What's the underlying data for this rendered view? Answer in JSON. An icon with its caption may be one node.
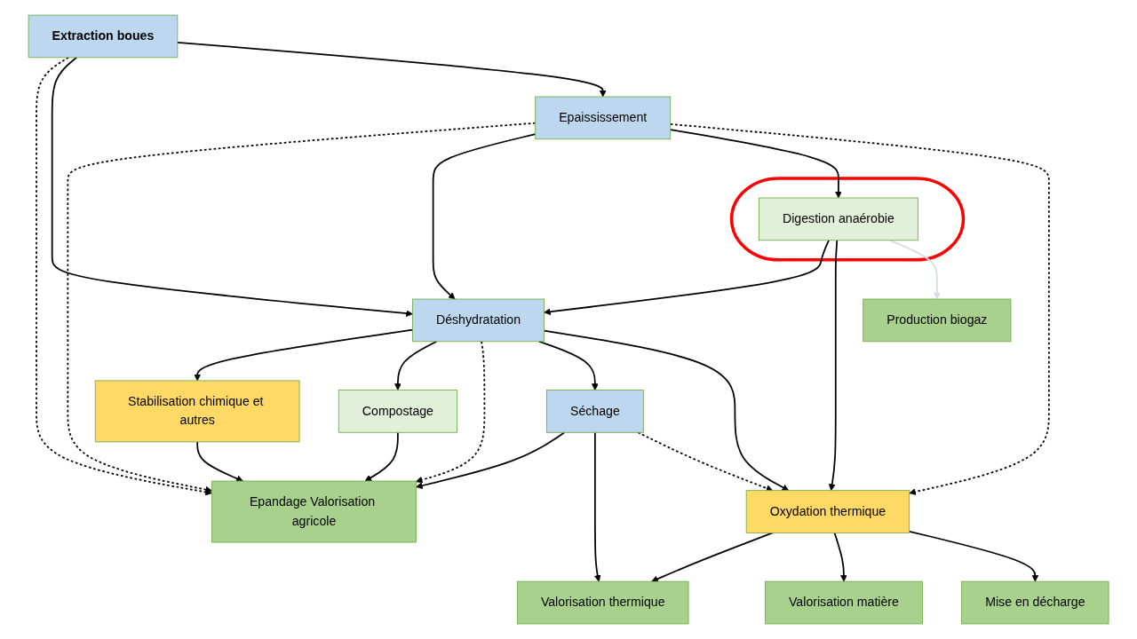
{
  "diagram": {
    "nodes": [
      {
        "text": [
          "Extraction boues"
        ]
      },
      {
        "text": [
          "Epaississement"
        ]
      },
      {
        "text": [],
        "shape": "ellipse"
      },
      {
        "text": [
          "Digestion anaérobie"
        ],
        "in": 2
      },
      {
        "text": [
          "Déshydratation"
        ]
      },
      {
        "text": [
          "Stabilisation chimique et autres"
        ]
      },
      {
        "text": [
          "Compostage"
        ]
      },
      {
        "text": [
          "Séchage"
        ]
      },
      {
        "text": [
          "Oxydation thermique"
        ]
      },
      {
        "text": [
          "Epandage Valorisation agricole"
        ]
      },
      {
        "text": [
          "Valorisation thermique"
        ]
      },
      {
        "text": [
          "Valorisation matière"
        ]
      },
      {
        "text": [
          "Mise en décharge"
        ]
      },
      {
        "text": [
          "Production biogaz"
        ]
      }
    ],
    "edges": [
      {
        "from": 0,
        "to": 9,
        "arrow": "to",
        "style": "dashed"
      },
      {
        "from": 0,
        "to": 4,
        "arrow": "to"
      },
      {
        "from": 0,
        "to": 1,
        "arrow": "to"
      },
      {
        "from": 1,
        "to": 9,
        "arrow": "to",
        "style": "dashed"
      },
      {
        "from": 1,
        "to": 4,
        "arrow": "to"
      },
      {
        "from": 1,
        "to": 3,
        "arrow": "to"
      },
      {
        "from": 1,
        "to": 8,
        "arrow": "to",
        "style": "dashed"
      },
      {
        "from": 3,
        "to": 4,
        "arrow": "to"
      },
      {
        "from": 3,
        "to": 8,
        "arrow": "to"
      },
      {
        "from": 3,
        "to": 13,
        "arrow": "to",
        "color": "#d6dce4"
      },
      {
        "from": 4,
        "to": 5,
        "arrow": "to"
      },
      {
        "from": 4,
        "to": 6,
        "arrow": "to"
      },
      {
        "from": 4,
        "to": 9,
        "arrow": "to",
        "style": "dashed"
      },
      {
        "from": 4,
        "to": 7,
        "arrow": "to"
      },
      {
        "from": 4,
        "to": 8,
        "arrow": "to"
      },
      {
        "from": 5,
        "to": 9,
        "arrow": "to"
      },
      {
        "from": 6,
        "to": 9,
        "arrow": "to"
      },
      {
        "from": 7,
        "to": 9,
        "arrow": "to"
      },
      {
        "from": 7,
        "to": 10,
        "arrow": "to"
      },
      {
        "from": 7,
        "to": 8,
        "arrow": "to",
        "style": "dashed"
      },
      {
        "from": 8,
        "to": 10,
        "arrow": "to"
      },
      {
        "from": 8,
        "to": 11,
        "arrow": "to"
      },
      {
        "from": 8,
        "to": 12,
        "arrow": "to"
      }
    ]
  }
}
